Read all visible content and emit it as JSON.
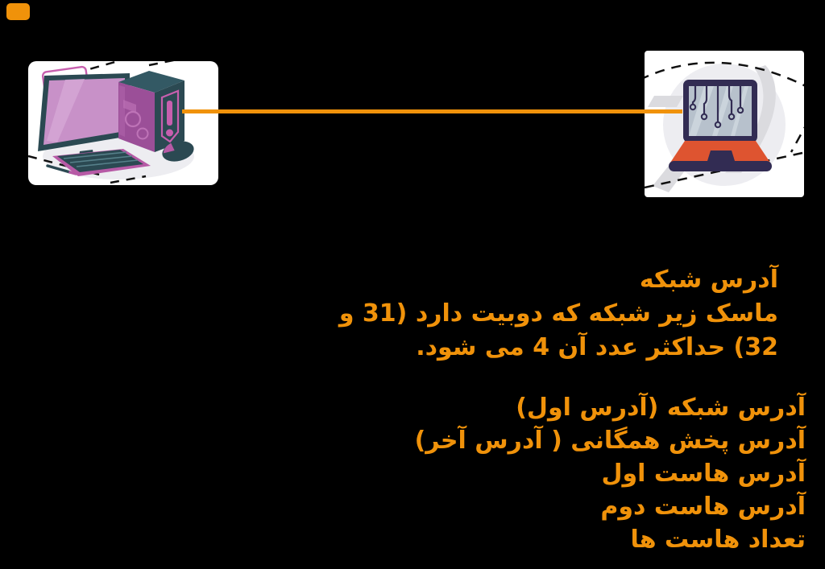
{
  "colors": {
    "background": "#000000",
    "white": "#ffffff",
    "orange": "#F0920A",
    "navy": "#322C53",
    "red": "#DE5430",
    "tealDark": "#2B4952",
    "tealMid": "#33596       4",
    "pinkScreen": "#C891C8",
    "pinkScreenHi": "#D7A9D7",
    "magenta": "#B75AA6",
    "pinkLine": "#C75FAE",
    "purpleSide": "#9B4F98",
    "purpleHi": "#BE73B7",
    "grayBg": "#EDEDF1",
    "grayMid": "#DBDBDF",
    "screenGray": "#B7C1CC",
    "screenGrayHi": "#CBD4DC",
    "dash": "#101010"
  },
  "icons": {
    "desktop_illustration": "desktop-computer-with-tower-keyboard-mouse",
    "laptop_illustration": "laptop-with-circuit-screen",
    "connector": "network-cable-line",
    "badge": "orange-corner-chip"
  },
  "annotations": {
    "subnet_note": {
      "lines": [
        "آدرس شبکه",
        "ماسک زیر شبکه که دوبیت دارد (31 و",
        "32) حداکثر عدد آن 4 می شود."
      ]
    },
    "address_labels": {
      "lines": [
        "آدرس شبکه (آدرس اول)",
        "آدرس پخش همگانی ( آدرس آخر)",
        "آدرس هاست اول",
        "آدرس هاست دوم",
        "تعداد هاست ها"
      ]
    }
  }
}
